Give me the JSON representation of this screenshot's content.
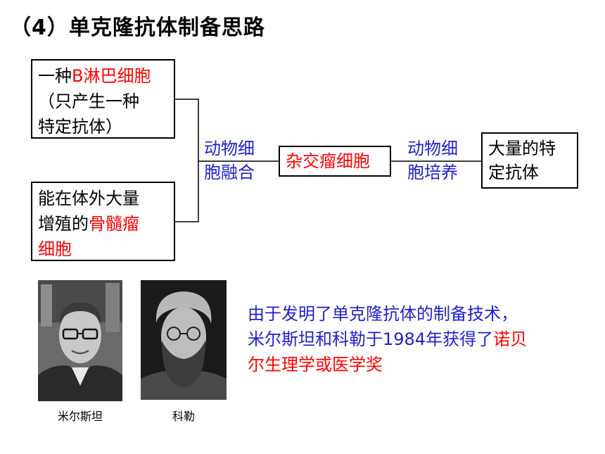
{
  "title": "（4）单克隆抗体制备思路",
  "box_b": {
    "line1_a": "一种",
    "line1_b": "B淋巴细胞",
    "line2": "（只产生一种",
    "line3": "特定抗体）"
  },
  "box_myeloma": {
    "line1": "能在体外大量",
    "line2_a": "增殖的",
    "line2_b": "骨髓瘤",
    "line3": "细胞"
  },
  "step1": {
    "line1": "动物细",
    "line2": "胞融合"
  },
  "hybridoma": "杂交瘤细胞",
  "step2": {
    "line1": "动物细",
    "line2": "胞培养"
  },
  "result": {
    "line1": "大量的特",
    "line2": "定抗体"
  },
  "captions": {
    "left": "米尔斯坦",
    "right": "科勒"
  },
  "note": {
    "line1": "由于发明了单克隆抗体的制备技术，",
    "line2_a": "米尔斯坦和科勒于1984年获得了",
    "line2_b": "诺贝",
    "line3": "尔生理学或医学奖"
  },
  "colors": {
    "highlight": "#ff0000",
    "label": "#1f1fd0",
    "line": "#000000"
  }
}
